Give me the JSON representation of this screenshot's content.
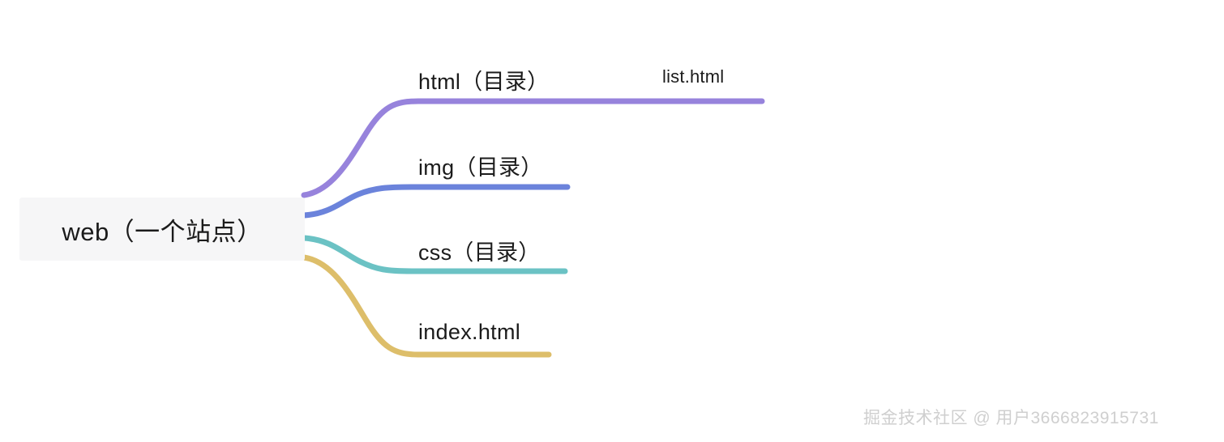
{
  "diagram": {
    "type": "mindmap",
    "title": "web site directory structure mindmap",
    "root": {
      "label": "web（一个站点）",
      "background_color": "#F6F6F7",
      "text_color": "#1B1B1B"
    },
    "branches": [
      {
        "id": "html",
        "label": "html（目录）",
        "color": "#9783DC",
        "children": [
          {
            "id": "list-html",
            "label": "list.html",
            "color": "#9783DC"
          }
        ]
      },
      {
        "id": "img",
        "label": "img（目录）",
        "color": "#6B83DB",
        "children": []
      },
      {
        "id": "css",
        "label": "css（目录）",
        "color": "#6BC2C4",
        "children": []
      },
      {
        "id": "index",
        "label": "index.html",
        "color": "#DDBE6A",
        "children": []
      }
    ]
  },
  "watermark": {
    "text": "掘金技术社区 @ 用户3666823915731",
    "color": "#CFCFCF"
  }
}
